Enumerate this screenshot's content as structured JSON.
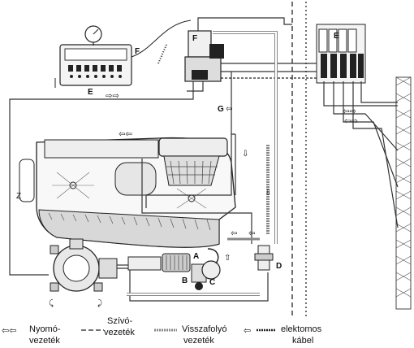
{
  "labels": {
    "A": "A",
    "B": "B",
    "C": "C",
    "D": "D",
    "E_panel": "E",
    "E_valves": "E",
    "F_panel": "F",
    "F_valve": "F",
    "G": "G"
  },
  "legend": [
    {
      "line1": "Nyomó-",
      "line2": "vezeték"
    },
    {
      "line1": "Szívó-",
      "line2": "vezeték"
    },
    {
      "line1": "Visszafolyó",
      "line2": "vezeték"
    },
    {
      "line1": "elektomos",
      "line2": "kábel"
    }
  ]
}
